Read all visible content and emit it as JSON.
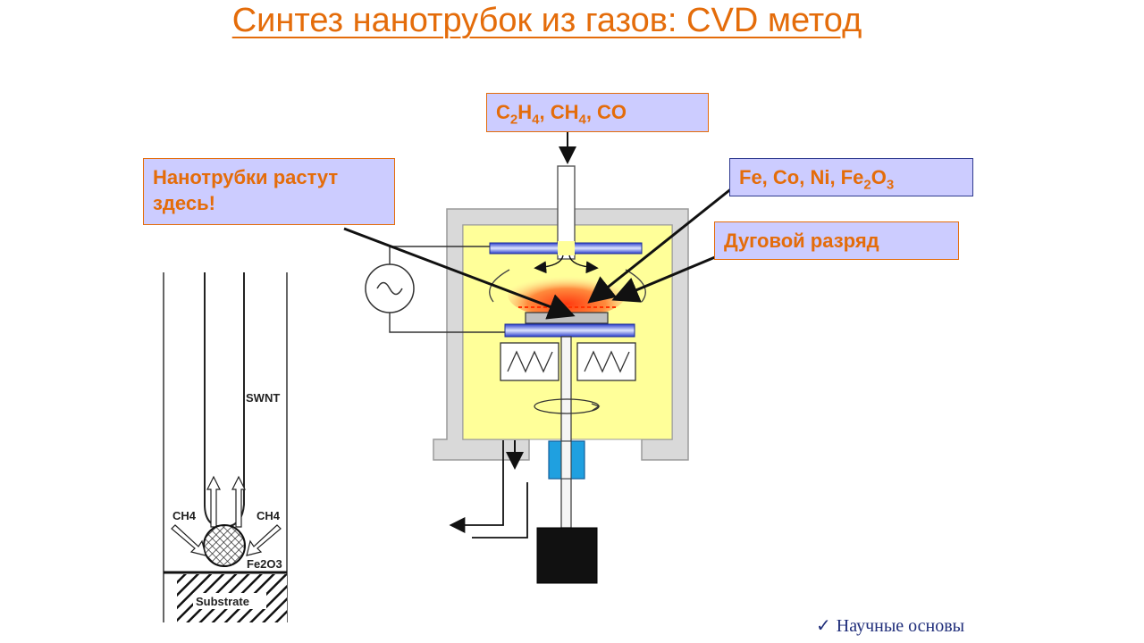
{
  "title": "Синтез нанотрубок из газов: CVD метод",
  "callouts": {
    "gases": {
      "parts": [
        "C",
        "2",
        "H",
        "4",
        ", CH",
        "4",
        ", CO"
      ]
    },
    "grow": {
      "line1": "Нанотрубки растут",
      "line2": "здесь!"
    },
    "metal": {
      "parts": [
        "Fe, Co, Ni, Fe",
        "2",
        "O",
        "3"
      ]
    },
    "arc": {
      "text": "Дуговой разряд"
    }
  },
  "inset": {
    "swnt": "SWNT",
    "ch4_left": "CH4",
    "ch4_right": "CH4",
    "catalyst": "Fe2O3",
    "substrate": "Substrate"
  },
  "footer": {
    "check": "✓",
    "text": "Научные основы"
  },
  "colors": {
    "accent": "#e46c0a",
    "callout_fill": "#ccccff",
    "chamber_fill": "#ffff99",
    "electrode": "#2c3fcc",
    "plasma": "#ff5a1f",
    "wall": "#d9d9d9"
  }
}
